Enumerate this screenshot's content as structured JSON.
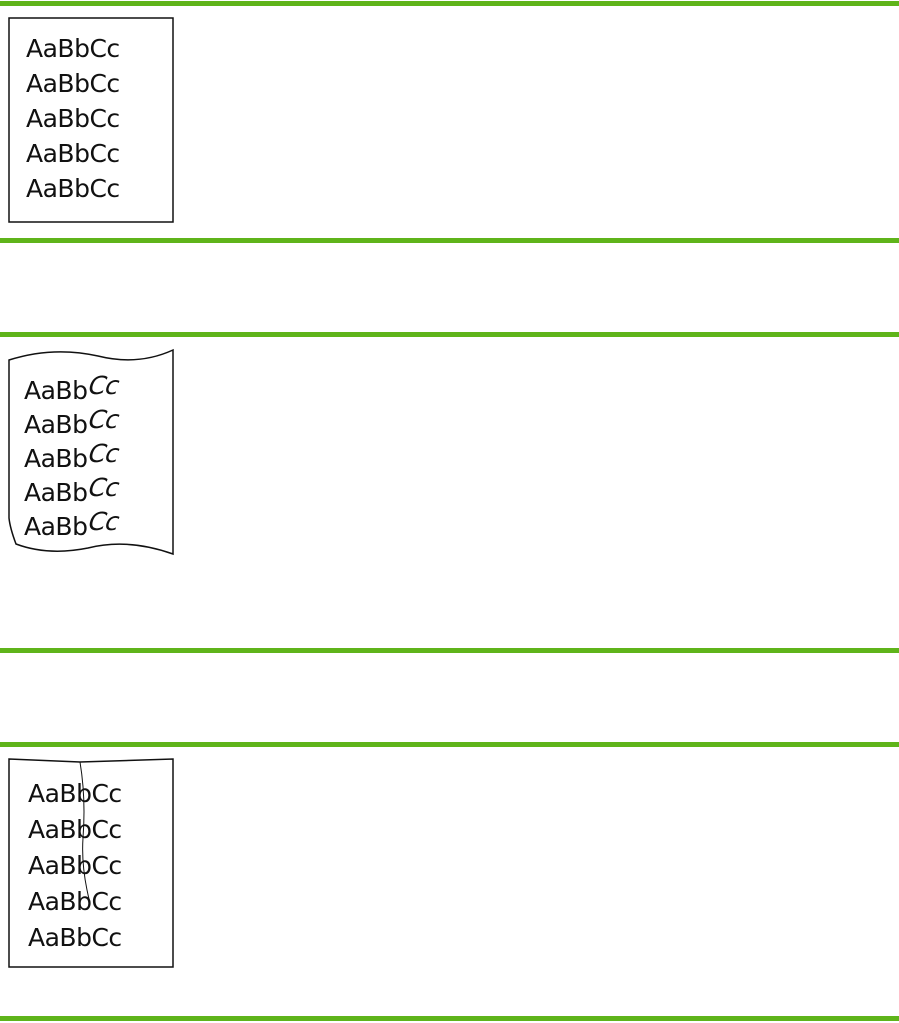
{
  "samples": [
    {
      "id": "normal",
      "lines": [
        {
          "a": "AaBbCc"
        },
        {
          "a": "AaBbCc"
        },
        {
          "a": "AaBbCc"
        },
        {
          "a": "AaBbCc"
        },
        {
          "a": "AaBbCc"
        }
      ]
    },
    {
      "id": "curled",
      "lines": [
        {
          "a": "AaBb",
          "b": "Cc"
        },
        {
          "a": "AaBb",
          "b": "Cc"
        },
        {
          "a": "AaBb",
          "b": "Cc"
        },
        {
          "a": "AaBb",
          "b": "Cc"
        },
        {
          "a": "AaBb",
          "b": "Cc"
        }
      ]
    },
    {
      "id": "wrinkled",
      "lines": [
        {
          "a": "AaBbCc"
        },
        {
          "a": "AaBbCc"
        },
        {
          "a": "AaBbCc"
        },
        {
          "a": "AaBbCc"
        },
        {
          "a": "AaBbCc"
        }
      ]
    }
  ],
  "colors": {
    "rule": "#5fb41a",
    "ink": "#111111"
  }
}
